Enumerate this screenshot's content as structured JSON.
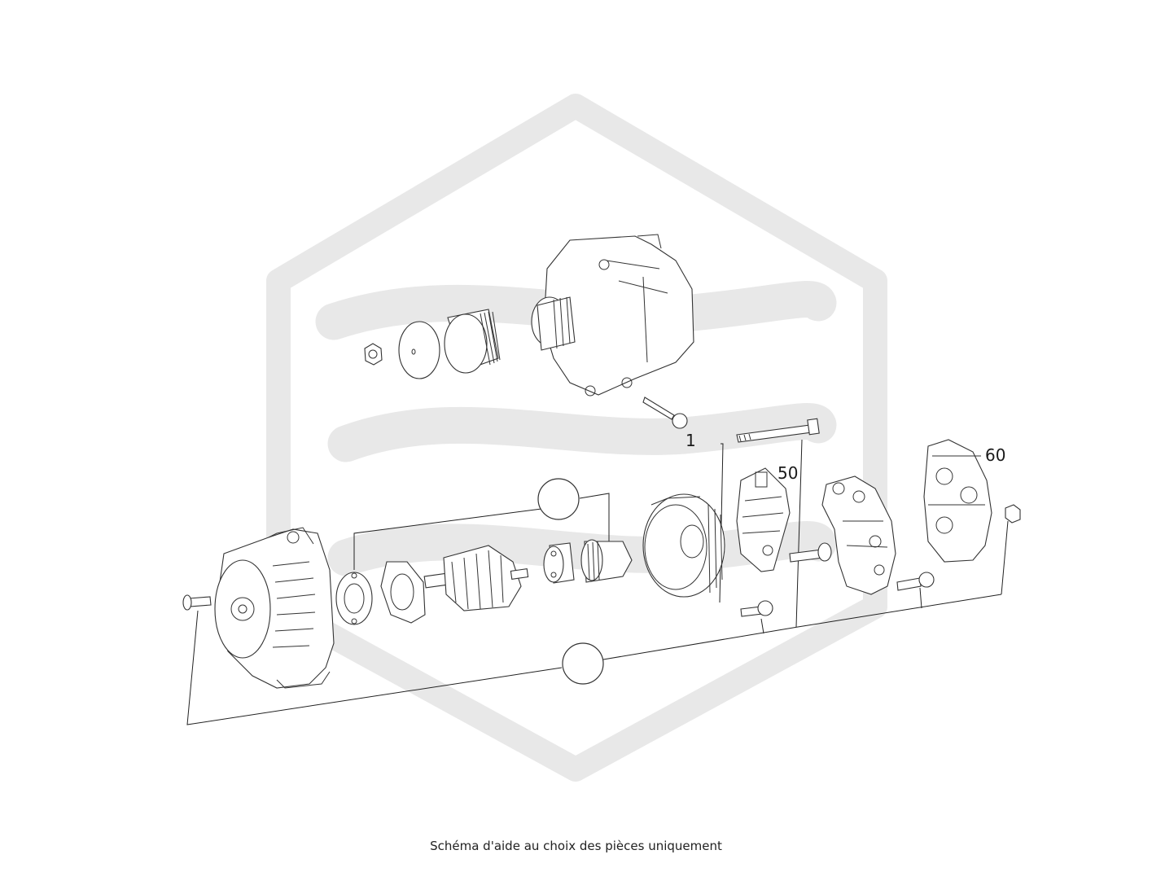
{
  "diagram": {
    "callouts": {
      "regulator": "50",
      "rear_cover": "60",
      "small_mark": "1"
    },
    "hotspot_markers": [
      "",
      ""
    ],
    "caption": "Schéma d'aide au choix des pièces uniquement",
    "colors": {
      "watermark": "#e8e8e8",
      "line": "#222222"
    }
  }
}
